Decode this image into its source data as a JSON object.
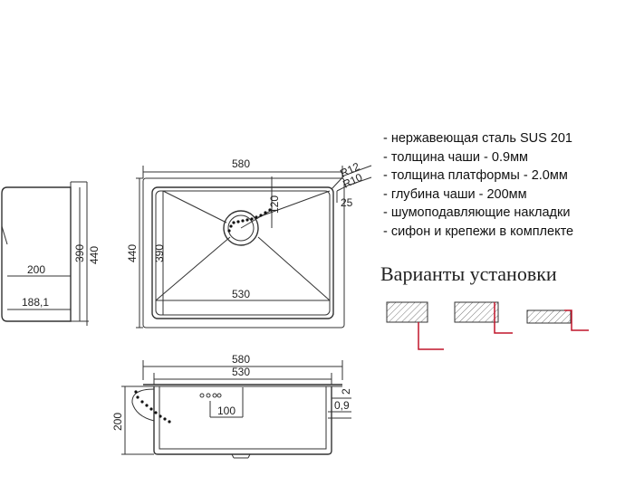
{
  "specs": [
    "- нержавеющая сталь SUS 201",
    "- толщина чаши - 0.9мм",
    "- толщина платформы - 2.0мм",
    "- глубина чаши - 200мм",
    "- шумоподавляющие накладки",
    "- сифон и крепежи в комплекте"
  ],
  "variants_title": "Варианты установки",
  "side_view": {
    "dim_200": "200",
    "dim_188": "188,1",
    "dim_390": "390",
    "dim_440": "440"
  },
  "top_view": {
    "dim_580": "580",
    "dim_r12": "R12",
    "dim_r10": "R10",
    "dim_25": "25",
    "dim_120": "120",
    "dim_440": "440",
    "dim_390": "390",
    "dim_530": "530"
  },
  "front_view": {
    "dim_580": "580",
    "dim_530": "530",
    "dim_2": "2",
    "dim_100": "100",
    "dim_09": "0,9",
    "dim_200": "200"
  },
  "colors": {
    "line": "#333333",
    "hatch": "#777777",
    "accent": "#c0152a"
  }
}
